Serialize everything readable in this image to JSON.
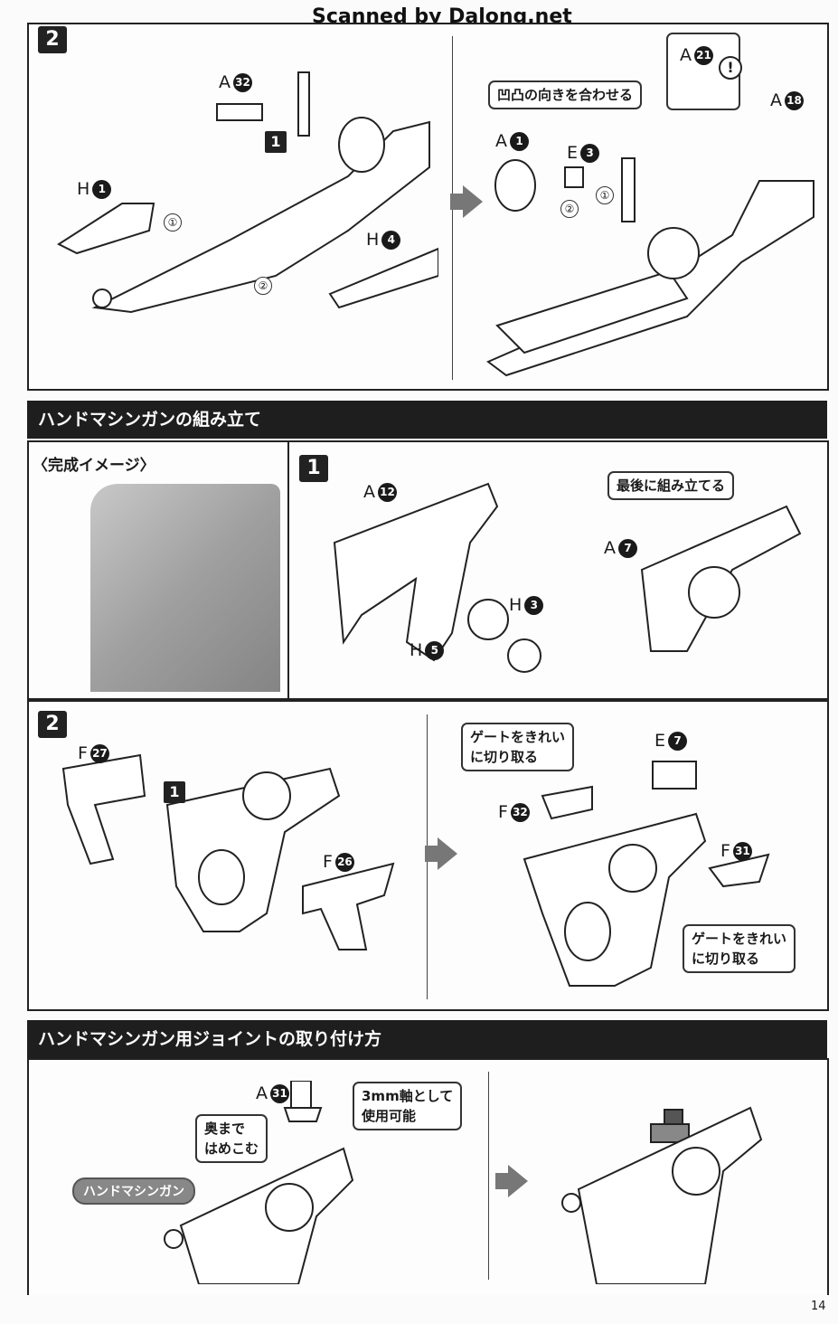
{
  "watermark": "Scanned by Dalong.net",
  "page_number": "14",
  "step1_panel": {
    "step": "2",
    "sub_step": "1",
    "parts_left": [
      {
        "letter": "A",
        "num": "32"
      },
      {
        "letter": "H",
        "num": "1"
      },
      {
        "letter": "H",
        "num": "4"
      }
    ],
    "order_marks": [
      "①",
      "②"
    ],
    "callout": "凹凸の向きを合わせる",
    "parts_right": [
      {
        "letter": "A",
        "num": "1"
      },
      {
        "letter": "E",
        "num": "3"
      },
      {
        "letter": "A",
        "num": "21"
      },
      {
        "letter": "A",
        "num": "18"
      }
    ],
    "warning": "!"
  },
  "section1": {
    "title": "ハンドマシンガンの組み立て",
    "image_label": "〈完成イメージ〉",
    "step": "1",
    "parts": [
      {
        "letter": "A",
        "num": "12"
      },
      {
        "letter": "A",
        "num": "7"
      },
      {
        "letter": "H",
        "num": "3"
      },
      {
        "letter": "H",
        "num": "5"
      }
    ],
    "callout": "最後に組み立てる"
  },
  "section1_step2": {
    "step": "2",
    "sub_step": "1",
    "parts": [
      {
        "letter": "F",
        "num": "27"
      },
      {
        "letter": "F",
        "num": "26"
      },
      {
        "letter": "E",
        "num": "7"
      },
      {
        "letter": "F",
        "num": "32"
      },
      {
        "letter": "F",
        "num": "31"
      }
    ],
    "callout_top": [
      "ゲートをきれい",
      "に切り取る"
    ],
    "callout_bottom": [
      "ゲートをきれい",
      "に切り取る"
    ]
  },
  "section2": {
    "title": "ハンドマシンガン用ジョイントの取り付け方",
    "part": {
      "letter": "A",
      "num": "31"
    },
    "callout_shaft": [
      "3mm軸として",
      "使用可能"
    ],
    "callout_push": [
      "奥まで",
      "はめこむ"
    ],
    "tag": "ハンドマシンガン"
  }
}
